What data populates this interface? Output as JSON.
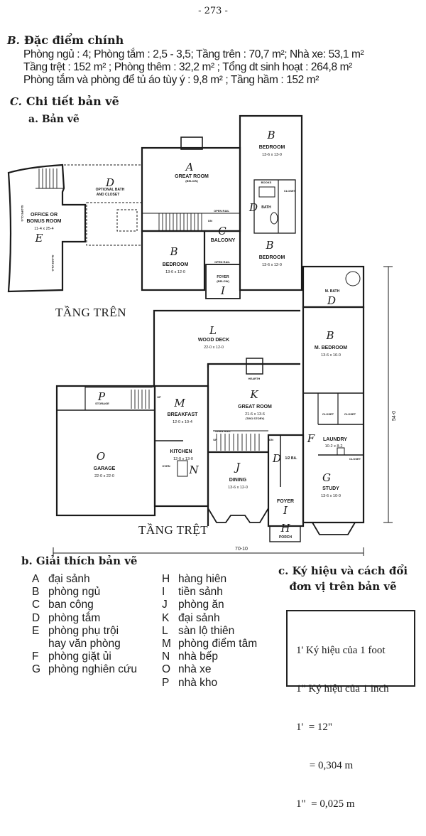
{
  "header": {
    "page_number": "- 273 -"
  },
  "features": {
    "label": "B.",
    "title": "Đặc điểm chính",
    "lines": [
      "Phòng ngủ :  4; Phòng tắm : 2,5  - 3,5; Tầng trên : 70,7 m²; Nhà xe: 53,1 m²",
      "Tầng trệt : 152 m² ; Phòng thêm : 32,2 m² ; Tổng dt sinh hoạt : 264,8 m²",
      "Phòng tắm và phòng để tủ áo tùy ý : 9,8 m² ; Tầng hầm : 152 m²"
    ]
  },
  "details": {
    "label": "C.",
    "title": "Chi tiết bản vẽ",
    "plan_title": "a. Bản vẽ"
  },
  "upper_floor": {
    "caption": "TẦNG TRÊN",
    "great_room": {
      "letter": "A",
      "name": "GREAT ROOM",
      "note": "(BELOW)"
    },
    "bedroom_1": {
      "letter": "B",
      "name": "BEDROOM",
      "size": "13-6 x 13-0"
    },
    "bath": {
      "letter": "D",
      "name": "BATH",
      "closet": "CLOSET",
      "books": "BOOKS"
    },
    "bedroom_2": {
      "letter": "B",
      "name": "BEDROOM",
      "size": "13-6 x 12-0"
    },
    "bedroom_3": {
      "letter": "B",
      "name": "BEDROOM",
      "size": "13-6 x 12-0"
    },
    "balcony": {
      "letter": "C",
      "name": "BALCONY",
      "rail": "OPEN RAIL",
      "dn": "DN"
    },
    "foyer": {
      "letter": "I",
      "name": "FOYER",
      "note": "(BELOW)"
    },
    "optional_bath": {
      "letter": "D",
      "name": "OPTIONAL BATH",
      "name2": "AND CLOSET"
    },
    "office": {
      "letter": "E",
      "name": "OFFICE OR",
      "name2": "BONUS ROOM",
      "size": "11-4 x 25-4",
      "slope": "SLOPE CLG"
    }
  },
  "lower_floor": {
    "caption": "TẦNG TRỆT",
    "width_dim": "70-10",
    "depth_dim": "54-0",
    "master_bath": {
      "letter": "D",
      "name": "M. BATH"
    },
    "master_bedroom": {
      "letter": "B",
      "name": "M. BEDROOM",
      "size": "13-6 x 16-0"
    },
    "wood_deck": {
      "letter": "L",
      "name": "WOOD DECK",
      "size": "22-0 x 12-0"
    },
    "hearth": "HEARTH",
    "great_room": {
      "letter": "K",
      "name": "GREAT ROOM",
      "size": "21-6 x 13-6",
      "note": "(TWO STORY)"
    },
    "storage": {
      "letter": "P",
      "name": "STORAGE"
    },
    "breakfast": {
      "letter": "M",
      "name": "BREAKFAST",
      "size": "12-0 x 10-4"
    },
    "kitchen": {
      "letter": "N",
      "name": "KITCHEN",
      "size": "12-0 x 13-0",
      "oven": "OVEN"
    },
    "garage": {
      "letter": "O",
      "name": "GARAGE",
      "size": "22-0 x 22-0"
    },
    "dining": {
      "letter": "J",
      "name": "DINING",
      "size": "13-6 x 12-0"
    },
    "half_bath": {
      "letter": "D",
      "name": "1/2 BA."
    },
    "foyer": {
      "letter": "I",
      "name": "FOYER"
    },
    "porch": {
      "letter": "H",
      "name": "PORCH"
    },
    "laundry": {
      "letter": "F",
      "name": "LAUNDRY",
      "size": "10-2 x 8-2"
    },
    "closets": [
      "CLOSET",
      "CLOSET",
      "CLOSET"
    ],
    "study": {
      "letter": "G",
      "name": "STUDY",
      "size": "13-6 x 10-0"
    },
    "stairs": {
      "up": "UP",
      "dn": "DN",
      "rail": "OPEN RAIL"
    }
  },
  "legend": {
    "title": "b. Giải thích bản vẽ",
    "items": [
      {
        "key": "A",
        "text": "đại sảnh"
      },
      {
        "key": "B",
        "text": "phòng ngủ"
      },
      {
        "key": "C",
        "text": "ban công"
      },
      {
        "key": "D",
        "text": "phòng tắm"
      },
      {
        "key": "E",
        "text": "phòng phụ trội"
      },
      {
        "key": "",
        "text": "hay văn phòng"
      },
      {
        "key": "F",
        "text": "phòng giặt ủi"
      },
      {
        "key": "G",
        "text": "phòng nghiên cứu"
      },
      {
        "key": "H",
        "text": "hàng hiên"
      },
      {
        "key": "I",
        "text": "tiền sảnh"
      },
      {
        "key": "J",
        "text": "phòng ăn"
      },
      {
        "key": "K",
        "text": "đại sảnh"
      },
      {
        "key": "L",
        "text": "sàn lộ thiên"
      },
      {
        "key": "M",
        "text": "phòng điểm tâm"
      },
      {
        "key": "N",
        "text": "nhà bếp"
      },
      {
        "key": "O",
        "text": "nhà xe"
      },
      {
        "key": "P",
        "text": "nhà kho"
      }
    ]
  },
  "units": {
    "title_line1": "c. Ký hiệu và cách đổi",
    "title_line2": "đơn vị trên bản vẽ",
    "lines": [
      "1' Ký hiệu của 1 foot",
      "1\" Ký hiệu của 1 inch",
      "1'  = 12\"",
      "     = 0,304 m",
      "1\"  = 0,025 m"
    ]
  }
}
